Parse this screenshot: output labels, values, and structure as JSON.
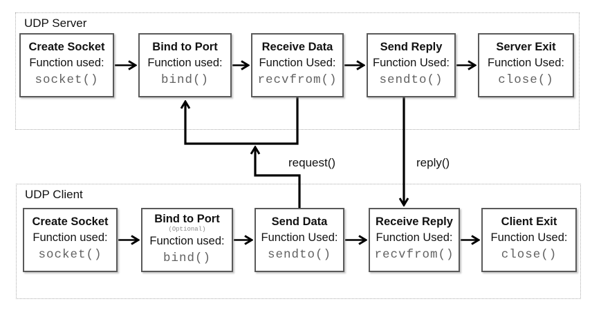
{
  "server": {
    "label": "UDP Server",
    "boxes": [
      {
        "title": "Create Socket",
        "caption": "Function used:",
        "func": "socket()"
      },
      {
        "title": "Bind to Port",
        "caption": "Function used:",
        "func": "bind()"
      },
      {
        "title": "Receive Data",
        "caption": "Function Used:",
        "func": "recvfrom()"
      },
      {
        "title": "Send Reply",
        "caption": "Function Used:",
        "func": "sendto()"
      },
      {
        "title": "Server Exit",
        "caption": "Function Used:",
        "func": "close()"
      }
    ]
  },
  "client": {
    "label": "UDP Client",
    "boxes": [
      {
        "title": "Create Socket",
        "caption": "Function used:",
        "func": "socket()"
      },
      {
        "title": "Bind to Port",
        "note": "(Optional)",
        "caption": "Function used:",
        "func": "bind()"
      },
      {
        "title": "Send Data",
        "caption": "Function Used:",
        "func": "sendto()"
      },
      {
        "title": "Receive Reply",
        "caption": "Function Used:",
        "func": "recvfrom()"
      },
      {
        "title": "Client Exit",
        "caption": "Function Used:",
        "func": "close()"
      }
    ]
  },
  "messages": {
    "request": "request()",
    "reply": "reply()"
  },
  "colors": {
    "background": "#ffffff",
    "box_border": "#595959",
    "container_border": "#ababab",
    "arrow": "#000000",
    "title_text": "#111111",
    "function_text": "#616161",
    "note_text": "#8a8a8a"
  }
}
